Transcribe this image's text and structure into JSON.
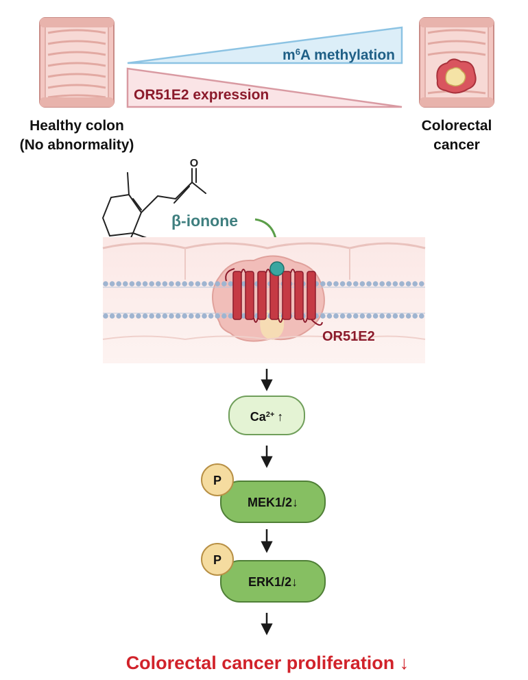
{
  "colors": {
    "methylation_fill": "#dceef8",
    "methylation_stroke": "#8cc3e3",
    "methylation_text": "#1f5f86",
    "expression_fill": "#fae4e6",
    "expression_stroke": "#d99aa2",
    "expression_text": "#8b1a2b",
    "receptor": "#c53a44",
    "ligand": "#3aa6a0",
    "ionone_text": "#3f7f7f",
    "arrow_green": "#5b9e49",
    "ca_fill": "#e4f3d4",
    "ca_stroke": "#6f9e5a",
    "kinase_fill": "#86bf62",
    "kinase_stroke": "#4f7f36",
    "phospho_fill": "#f5dca0",
    "phospho_stroke": "#b89045",
    "result_text": "#d1222a"
  },
  "top": {
    "healthy_label_line1": "Healthy colon",
    "healthy_label_line2": "(No abnormality)",
    "cancer_label_line1": "Colorectal",
    "cancer_label_line2": "cancer",
    "methylation": {
      "prefix": "m",
      "superscript": "6",
      "suffix": "A methylation"
    },
    "expression_label": "OR51E2 expression"
  },
  "molecule": {
    "oxygen_label": "O",
    "name": "β-ionone"
  },
  "membrane": {
    "receptor_label": "OR51E2"
  },
  "pathway": {
    "calcium": {
      "base": "Ca",
      "superscript": "2+",
      "arrow": "↑"
    },
    "mek": {
      "label": "MEK1/2",
      "arrow": "↓",
      "phospho": "P"
    },
    "erk": {
      "label": "ERK1/2",
      "arrow": "↓",
      "phospho": "P"
    },
    "result": "Colorectal cancer proliferation ↓"
  }
}
